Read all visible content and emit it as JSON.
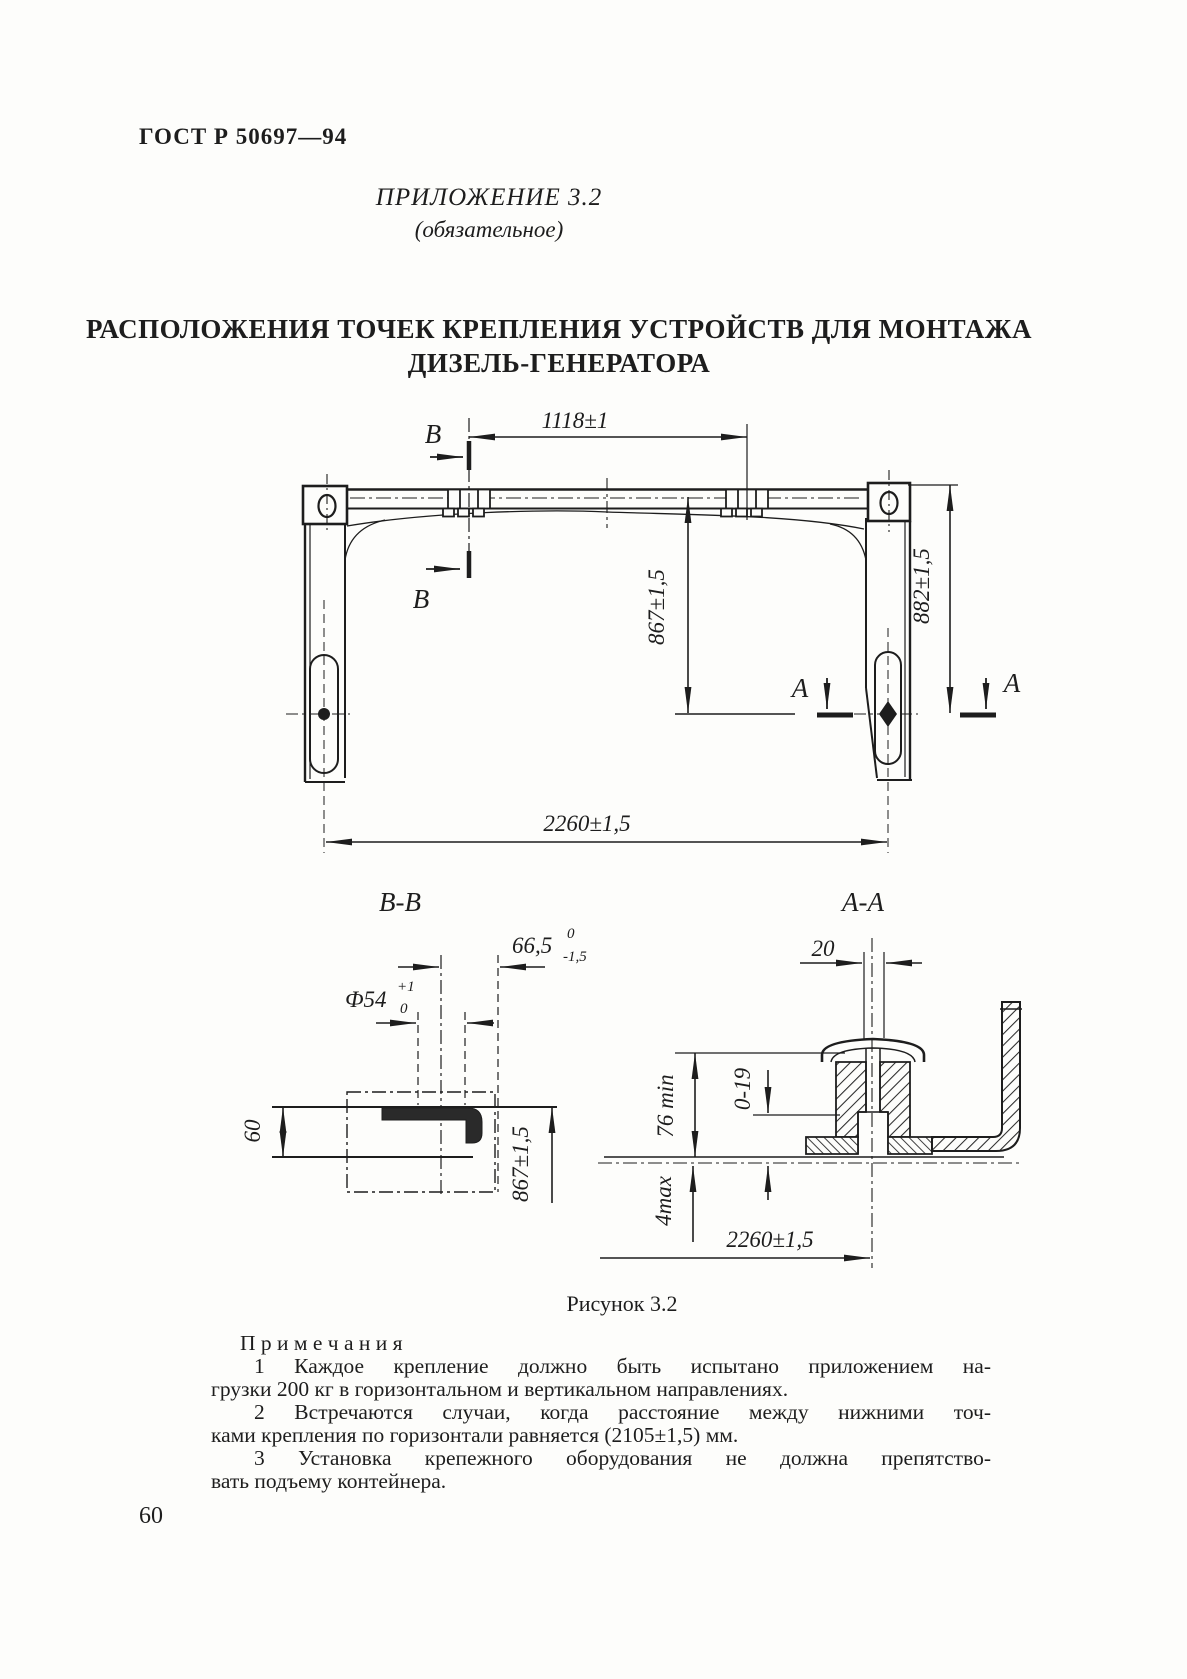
{
  "page": {
    "header": "ГОСТ Р 50697—94",
    "appendix_line1": "ПРИЛОЖЕНИЕ 3.2",
    "appendix_line2": "(обязательное)",
    "title_line1": "РАСПОЛОЖЕНИЯ ТОЧЕК КРЕПЛЕНИЯ УСТРОЙСТВ ДЛЯ МОНТАЖА",
    "title_line2": "ДИЗЕЛЬ-ГЕНЕРАТОРА",
    "figure_caption": "Рисунок 3.2",
    "page_number": "60"
  },
  "notes": {
    "heading": "П р и м е ч а н и я",
    "line1": "1 Каждое крепление должно быть испытано приложением на-",
    "line2": "грузки 200 кг в горизонтальном и вертикальном направлениях.",
    "line3": "2 Встречаются случаи, когда расстояние между нижними точ-",
    "line4": "ками крепления по горизонтали равняется (2105±1,5) мм.",
    "line5": "3 Установка крепежного оборудования не должна препятство-",
    "line6": "вать подъему контейнера."
  },
  "drawing": {
    "ink_color": "#1d1d1d",
    "labels": {
      "b_top": "В",
      "b_bottom": "В",
      "a_left": "А",
      "a_right": "А",
      "dim_1118": "1118±1",
      "dim_867_main": "867±1,5",
      "dim_882": "882±1,5",
      "dim_2260_main": "2260±1,5",
      "bb_title": "В-В",
      "dim_665": "66,5",
      "dim_665_sup": "0",
      "dim_665_sub": "-1,5",
      "dim_f54": "Ф54",
      "dim_f54_sup": "+1",
      "dim_f54_sub": "0",
      "dim_60": "60",
      "dim_867_bb": "867±1,5",
      "aa_title": "А-А",
      "dim_20": "20",
      "dim_76min": "76 min",
      "dim_019": "0-19",
      "dim_4max": "4max",
      "dim_2260_aa": "2260±1,5"
    }
  }
}
